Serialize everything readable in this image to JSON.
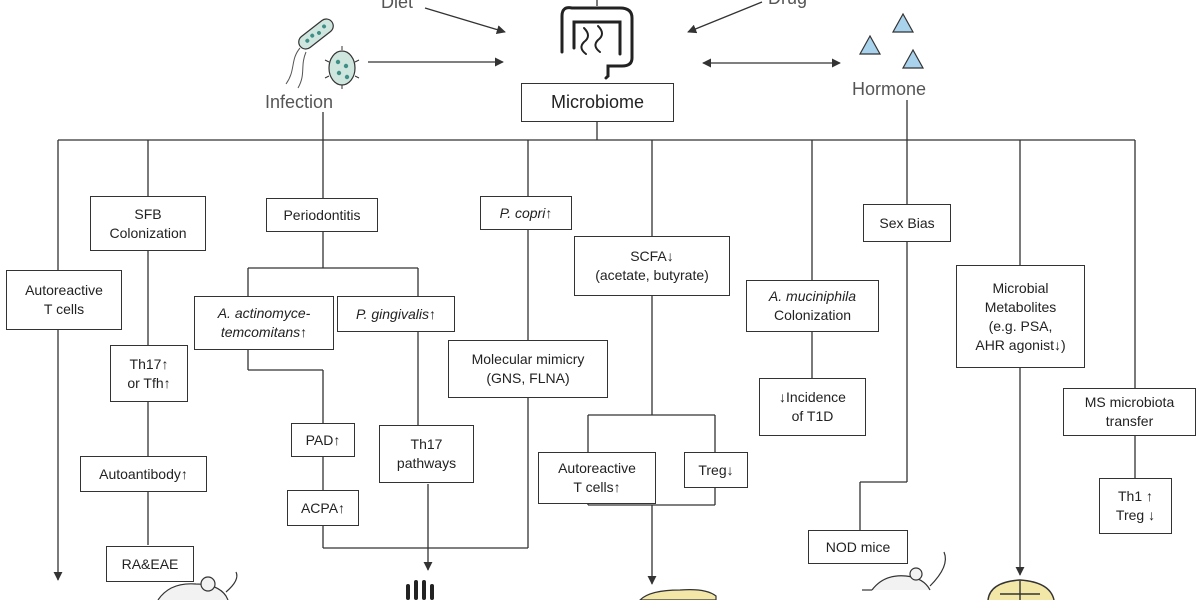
{
  "top": {
    "diet_label": "Diet",
    "drug_label": "Drug",
    "infection_label": "Infection",
    "hormone_label": "Hormone",
    "microbiome_label": "Microbiome"
  },
  "boxes": {
    "autoreactive_left": [
      "Autoreactive",
      "T cells"
    ],
    "sfb": [
      "SFB",
      "Colonization"
    ],
    "th17_tfh": [
      "Th17↑",
      "or Tfh↑"
    ],
    "autoantibody": "Autoantibody↑",
    "ra_eae": "RA&EAE",
    "periodontitis": "Periodontitis",
    "aa_line1": "A. actinomyce-",
    "aa_line2_italic": "temcomitans",
    "aa_line2_suffix": "↑",
    "pg_italic": "P. gingivalis",
    "pg_suffix": "↑",
    "pad": "PAD↑",
    "acpa": "ACPA↑",
    "th17_pathways": [
      "Th17",
      "pathways"
    ],
    "pcopri_italic": "P. copri",
    "pcopri_suffix": "↑",
    "mimicry": [
      "Molecular mimicry",
      "(GNS, FLNA)"
    ],
    "scfa": [
      "SCFA↓",
      "(acetate, butyrate)"
    ],
    "autoreactive_mid": [
      "Autoreactive",
      "T cells↑"
    ],
    "treg_down": "Treg↓",
    "amuc_italic": "A. muciniphila",
    "amuc_line2": "Colonization",
    "incidence": [
      "↓Incidence",
      "of T1D"
    ],
    "nod": "NOD mice",
    "sexbias": "Sex Bias",
    "metabolites": [
      "Microbial",
      "Metabolites",
      "(e.g. PSA,",
      "AHR agonist↓)"
    ],
    "ms_transfer": [
      "MS microbiota",
      "transfer"
    ],
    "th1_treg": [
      "Th1 ↑",
      "Treg ↓"
    ]
  },
  "colors": {
    "line": "#333333",
    "icon_teal": "#3f8f86",
    "icon_blue": "#a9d3ec",
    "icon_yellow": "#f3e7a8"
  },
  "icons": [
    "bacteria-icon",
    "virus-icon",
    "intestine-icon",
    "hormone-triangles-icon",
    "mouse-icon",
    "hand-icon",
    "pancreas-icon",
    "brain-icon"
  ]
}
